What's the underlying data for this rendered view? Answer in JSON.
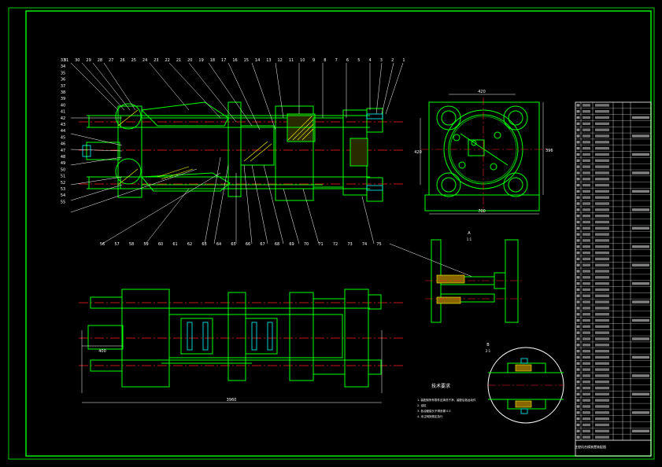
{
  "colors": {
    "background": "#000000",
    "frame": "#00ff00",
    "part": "#00ff00",
    "dimension": "#ffffff",
    "centerline": "#ff2020",
    "hatch": "#ffff00",
    "bolt": "#00ffff",
    "leader": "#ffffff"
  },
  "drawing": {
    "balloons_left": [
      "33",
      "34",
      "35",
      "36",
      "37",
      "38",
      "39",
      "40",
      "41",
      "42",
      "43",
      "44",
      "45",
      "46",
      "47",
      "48",
      "49",
      "50",
      "51",
      "52",
      "53",
      "54",
      "55"
    ],
    "balloons_top": [
      "31",
      "30",
      "29",
      "28",
      "27",
      "26",
      "25",
      "24",
      "23",
      "22",
      "21",
      "20",
      "19",
      "18",
      "17",
      "16",
      "15",
      "14",
      "13",
      "12",
      "11",
      "10",
      "9",
      "8",
      "7",
      "6",
      "5",
      "4",
      "3",
      "2",
      "1"
    ],
    "balloons_bottom": [
      "56",
      "57",
      "58",
      "59",
      "60",
      "61",
      "62",
      "63",
      "64",
      "65",
      "66",
      "67",
      "68",
      "69",
      "70",
      "71",
      "72",
      "73",
      "74",
      "75"
    ],
    "dim_top_view_width": "420",
    "dim_top_view_height": "420",
    "dim_top_view_base": "700",
    "dim_side_label": "396",
    "dim_plan_left": "400",
    "dim_plan_total": "3960",
    "section_label": "A",
    "section_scale": "1:1",
    "detail_label": "B",
    "detail_scale": "2:1",
    "notes_title": "技术要求",
    "notes": [
      "1. 装配前所有零件应清洗干净，装配后各运动件",
      "2. 油缸",
      "3. 各油管接头不得渗漏 0.5",
      "4. 未注明按规定执行"
    ]
  },
  "bom": {
    "rows": 55,
    "title": "注塑机合模装置装配图"
  }
}
